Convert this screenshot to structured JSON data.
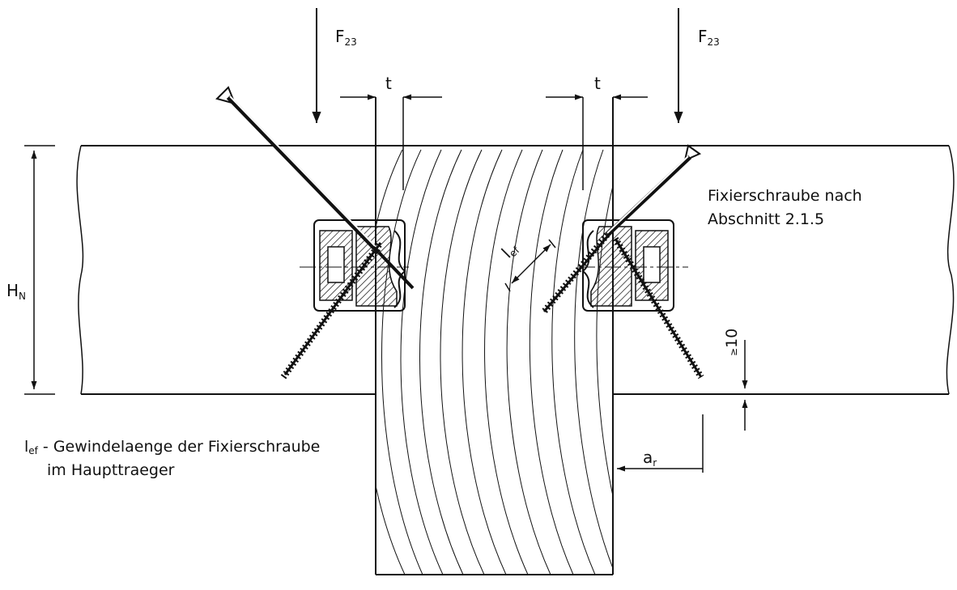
{
  "labels": {
    "force_symbol": "F",
    "force_sub": "23",
    "thickness": "t",
    "height_symbol": "H",
    "height_sub": "N",
    "edge_symbol": "a",
    "edge_sub": "r",
    "min_dim": "10",
    "min_prefix": "≥",
    "lef_symbol": "l",
    "lef_sub": "ef"
  },
  "note_right": {
    "line1": "Fixierschraube nach",
    "line2": "Abschnitt 2.1.5"
  },
  "legend": {
    "symbol": "l",
    "symbol_sub": "ef",
    "line1": " - Gewindelaenge der Fixierschraube",
    "line2": "im Haupttraeger"
  }
}
